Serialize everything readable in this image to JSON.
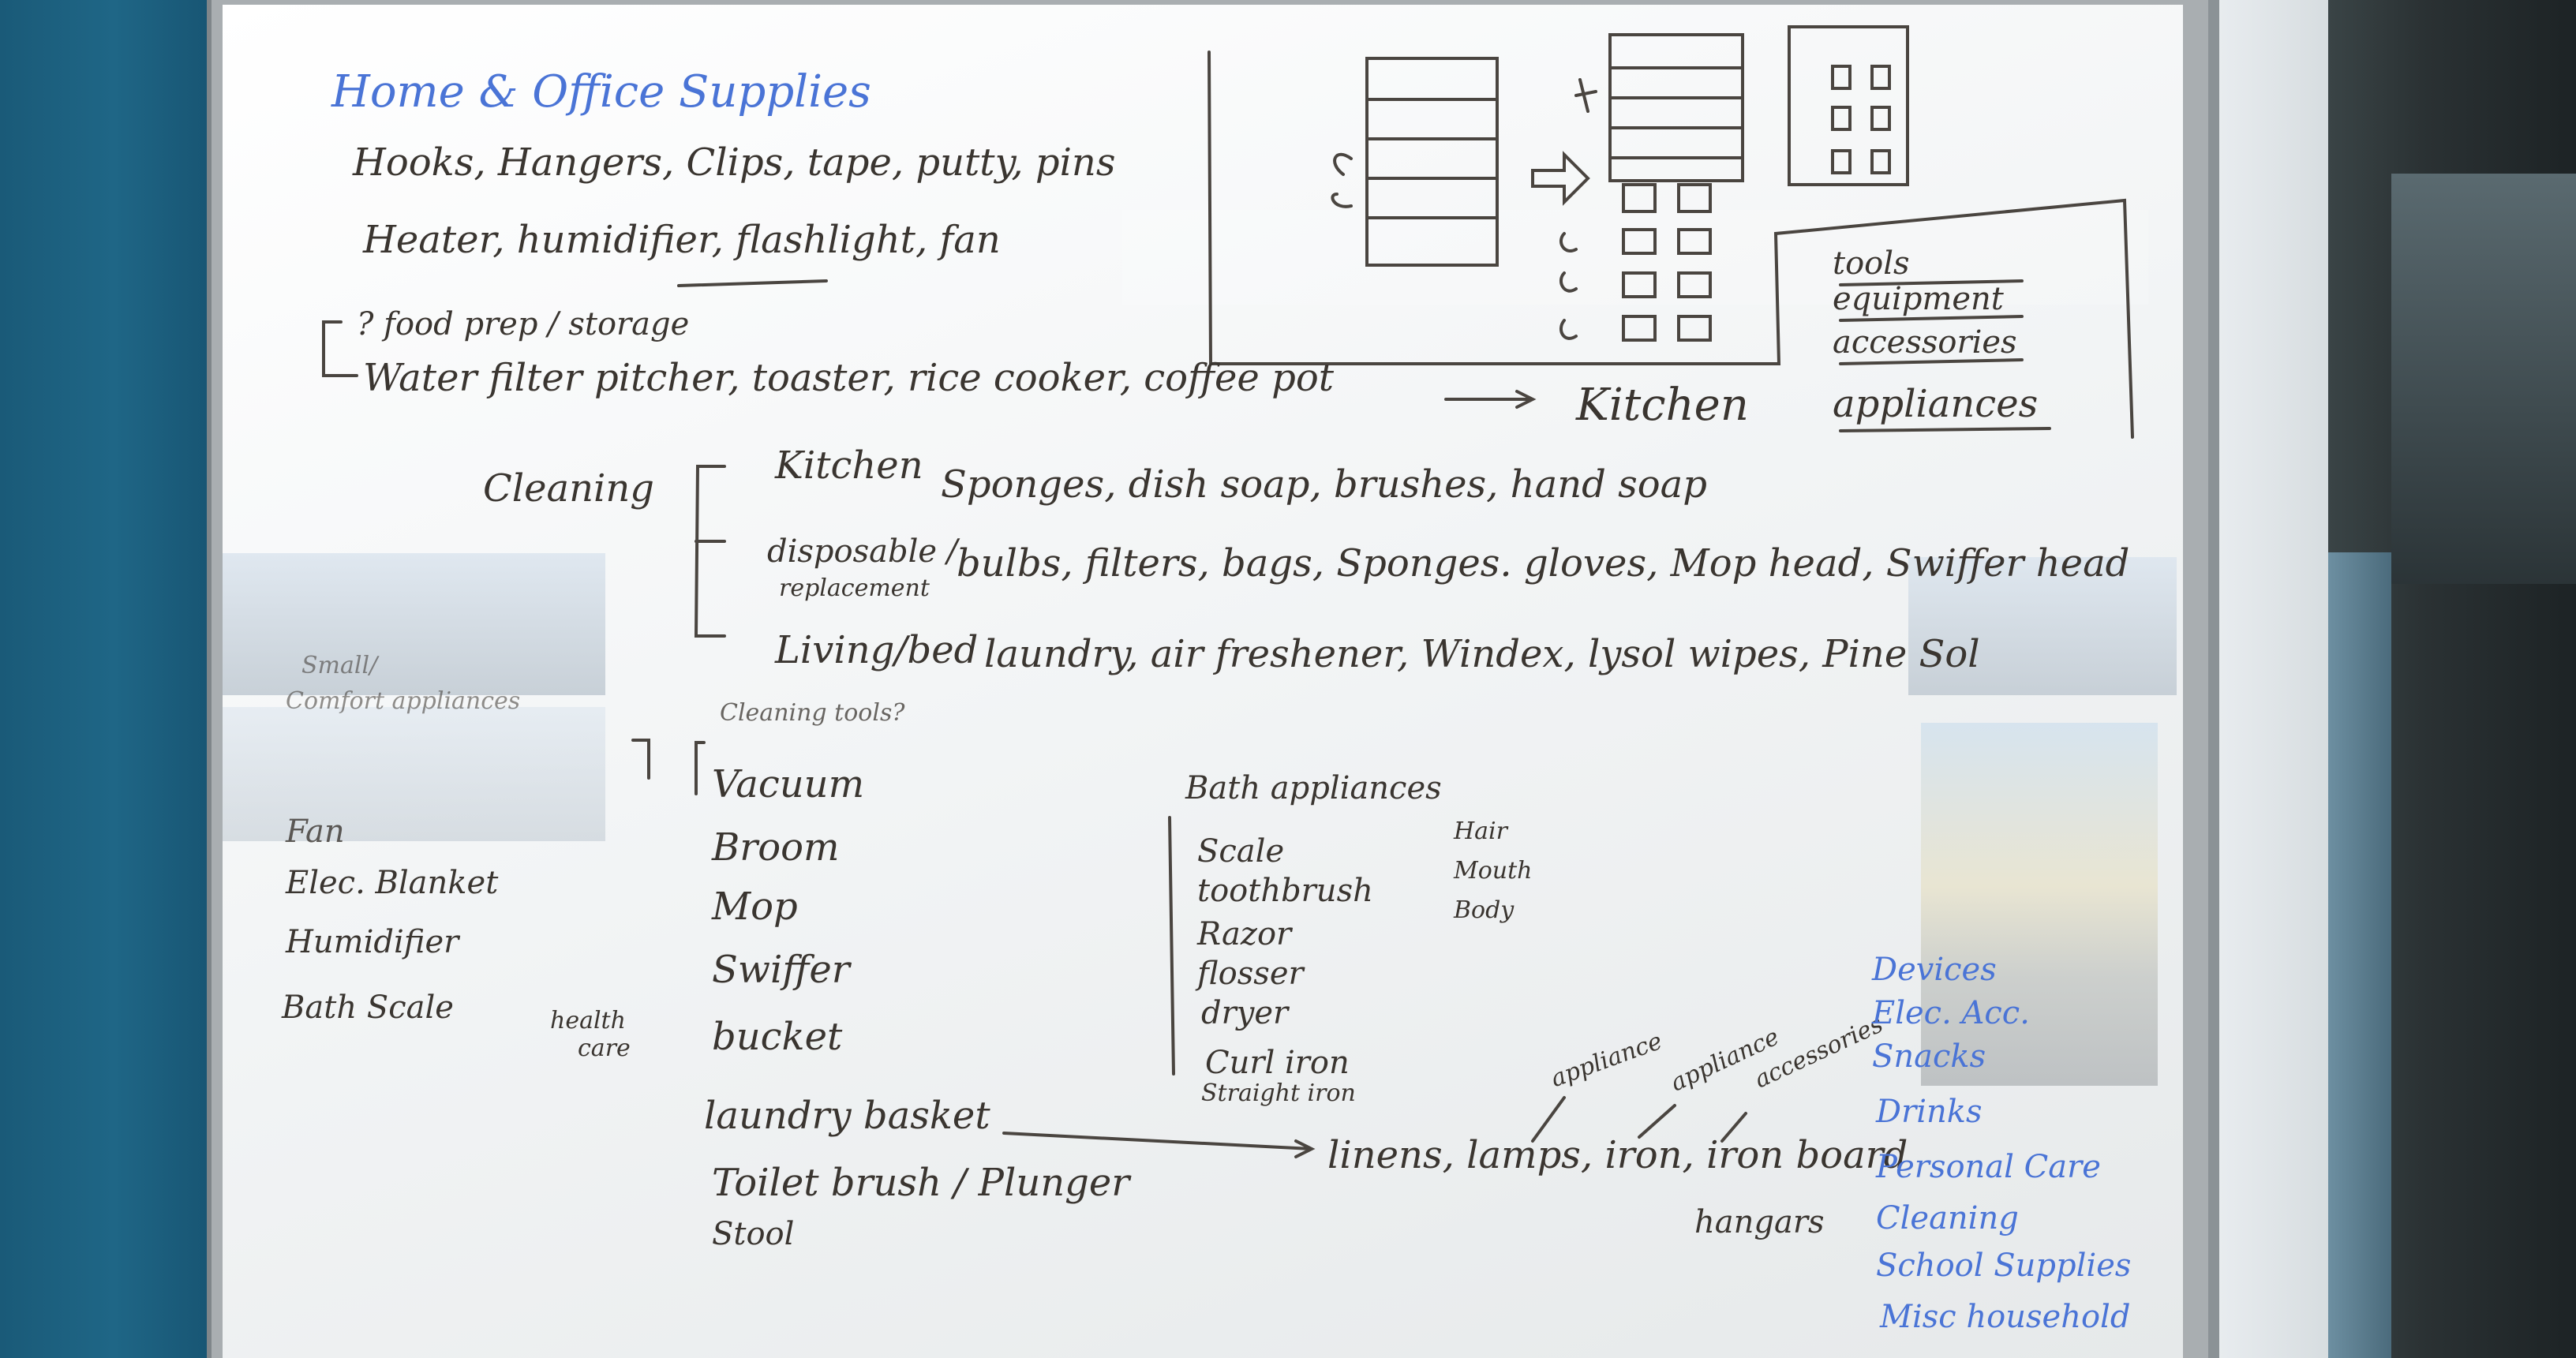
{
  "whiteboard": {
    "title": "Home & Office Supplies",
    "line1": "Hooks, Hangers, Clips, tape, putty, pins",
    "line2": "Heater, humidifier, flashlight, fan",
    "food1": "? food prep / storage",
    "food2": "Water filter pitcher, toaster, rice cooker, coffee pot",
    "kitchen": "Kitchen",
    "box_items": [
      "tools",
      "equipment",
      "accessories"
    ],
    "appliances": "appliances",
    "cleaning": "Cleaning",
    "clean_kitchen": "Kitchen",
    "clean_kitchen_items": "Sponges, dish soap, brushes, hand soap",
    "disposable": "disposable /",
    "replacement": "replacement",
    "disposable_items": "bulbs, filters, bags, Sponges. gloves, Mop head, Swiffer head",
    "living": "Living/bed",
    "living_items": "laundry, air freshener, Windex, lysol wipes, Pine Sol",
    "small_appl": "Small/",
    "small_appl2": "Comfort appliances",
    "cleaning_tools": "Cleaning tools?",
    "tools_list": [
      "Vacuum",
      "Broom",
      "Mop",
      "Swiffer",
      "bucket",
      "laundry basket",
      "Toilet brush / Plunger",
      "Stool"
    ],
    "left_list": [
      "Fan",
      "Elec. Blanket",
      "Humidifier",
      "Bath Scale"
    ],
    "health": "health",
    "care": "care",
    "bath_title": "Bath appliances",
    "bath_list": [
      "Scale",
      "toothbrush",
      "Razor",
      "flosser",
      "dryer",
      "Curl iron",
      "Straight iron"
    ],
    "bath_side": [
      "Hair",
      "Mouth",
      "Body"
    ],
    "bottom_line": "linens, lamps, iron, iron board",
    "hangars": "hangars",
    "appliance1": "appliance",
    "appliance2": "appliance",
    "accessories": "accessories",
    "blue_list": [
      "Devices",
      "Elec. Acc.",
      "Snacks",
      "Drinks",
      "Personal Care",
      "Cleaning",
      "School Supplies",
      "Misc household"
    ]
  }
}
